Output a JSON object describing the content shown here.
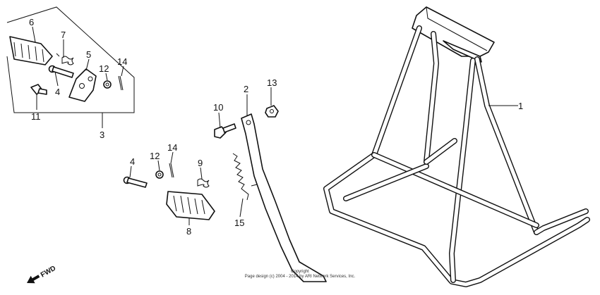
{
  "callouts": {
    "c1": "1",
    "c2": "2",
    "c3": "3",
    "c4a": "4",
    "c4b": "4",
    "c5": "5",
    "c6": "6",
    "c7": "7",
    "c8": "8",
    "c9": "9",
    "c10": "10",
    "c11": "11",
    "c12a": "12",
    "c12b": "12",
    "c13": "13",
    "c14a": "14",
    "c14b": "14",
    "c15": "15"
  },
  "direction": {
    "label": "FWD"
  },
  "copyright": {
    "line1": "Copyright",
    "line2": "Page design (c) 2004 - 2014 by ARI Network Services, Inc."
  }
}
